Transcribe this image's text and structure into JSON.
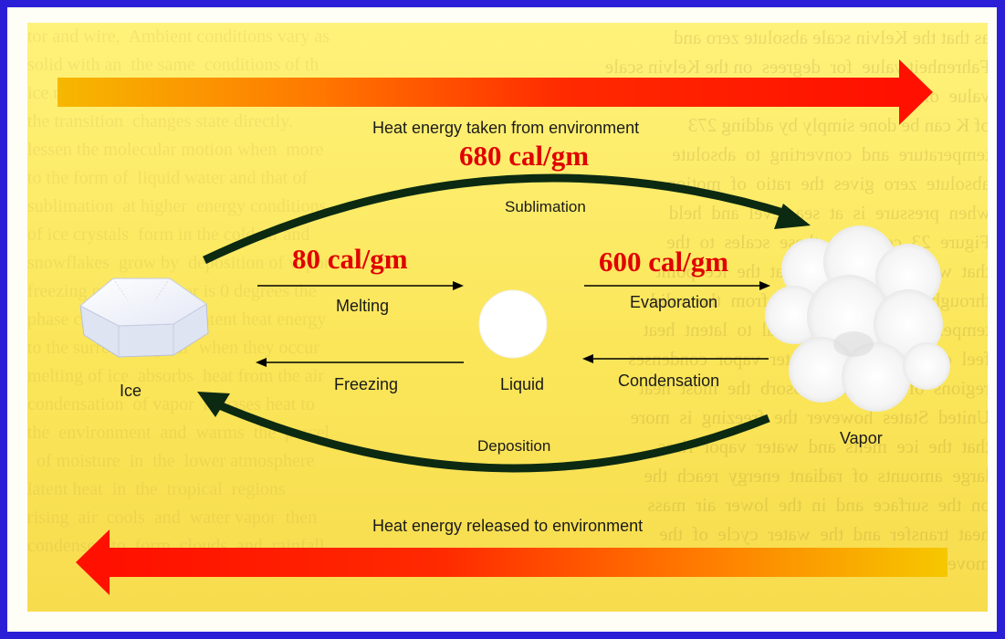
{
  "top_band_label": "Heat energy taken from environment",
  "bottom_band_label": "Heat energy released to environment",
  "states": {
    "ice": "Ice",
    "liquid": "Liquid",
    "vapor": "Vapor"
  },
  "processes": {
    "sublimation": "Sublimation",
    "melting": "Melting",
    "freezing": "Freezing",
    "evaporation": "Evaporation",
    "condensation": "Condensation",
    "deposition": "Deposition"
  },
  "energies": {
    "sublimation": "680 cal/gm",
    "melting": "80 cal/gm",
    "evaporation": "600 cal/gm"
  },
  "colors": {
    "frame": "#2a1fd6",
    "background": "#fbe65a",
    "energy_text": "#e00000",
    "curved_arrow": "#0c2a12",
    "band_start": "#f4b000",
    "band_end": "#ff1000"
  }
}
